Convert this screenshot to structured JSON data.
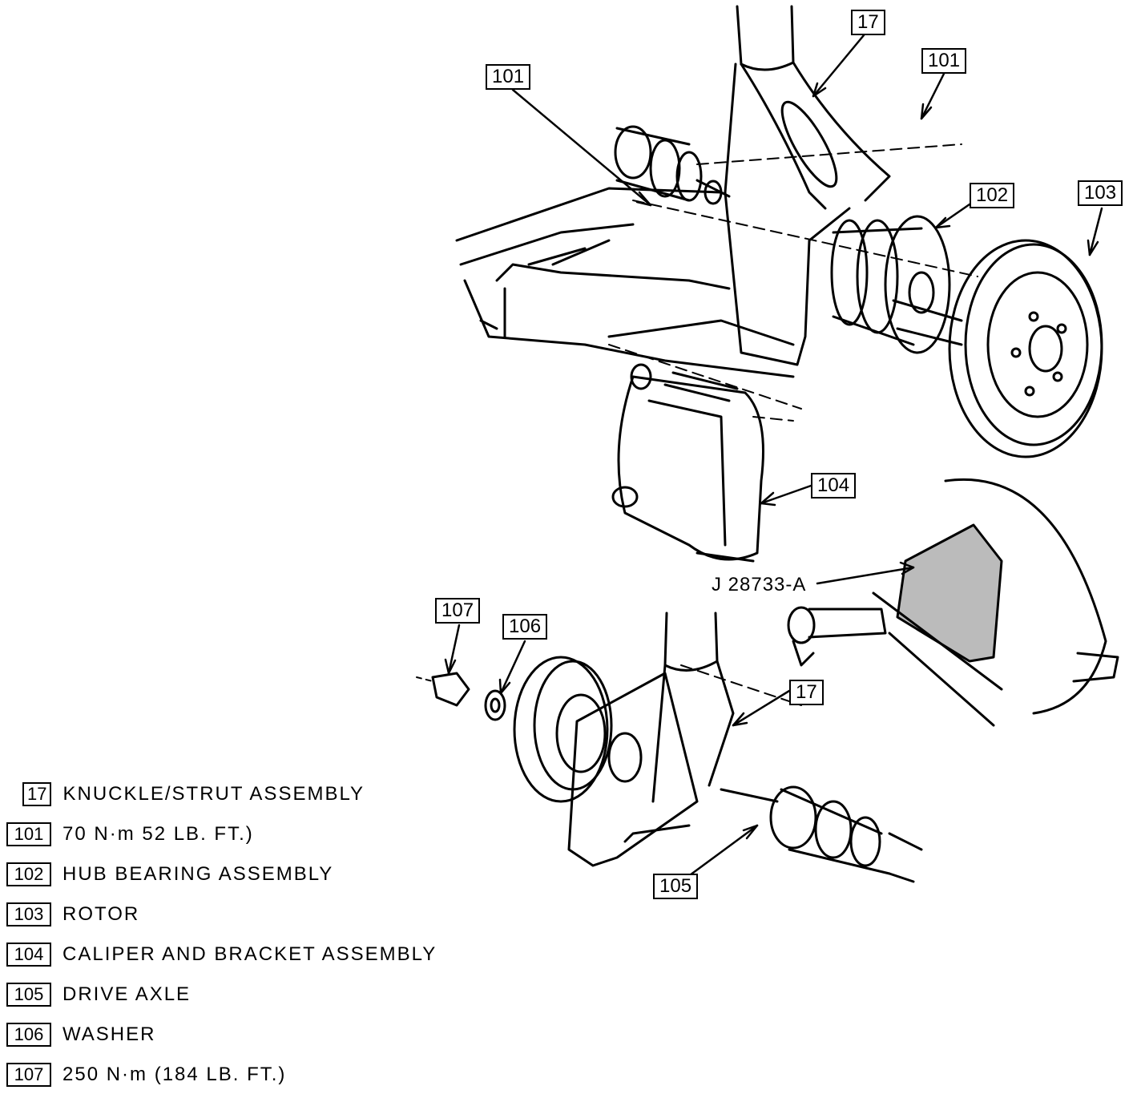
{
  "callouts": {
    "knuckle_top": "17",
    "bolt_left": "101",
    "bolt_right": "101",
    "hub": "102",
    "rotor": "103",
    "caliper": "104",
    "knuckle_bottom": "17",
    "nut": "107",
    "washer": "106",
    "axle": "105"
  },
  "tool_label": "J 28733-A",
  "legend": [
    {
      "num": "17",
      "text": "KNUCKLE/STRUT ASSEMBLY"
    },
    {
      "num": "101",
      "text": "70 N·m 52 LB. FT.)"
    },
    {
      "num": "102",
      "text": "HUB BEARING ASSEMBLY"
    },
    {
      "num": "103",
      "text": "ROTOR"
    },
    {
      "num": "104",
      "text": "CALIPER AND BRACKET ASSEMBLY"
    },
    {
      "num": "105",
      "text": "DRIVE AXLE"
    },
    {
      "num": "106",
      "text": "WASHER"
    },
    {
      "num": "107",
      "text": "250 N·m (184 LB. FT.)"
    }
  ]
}
